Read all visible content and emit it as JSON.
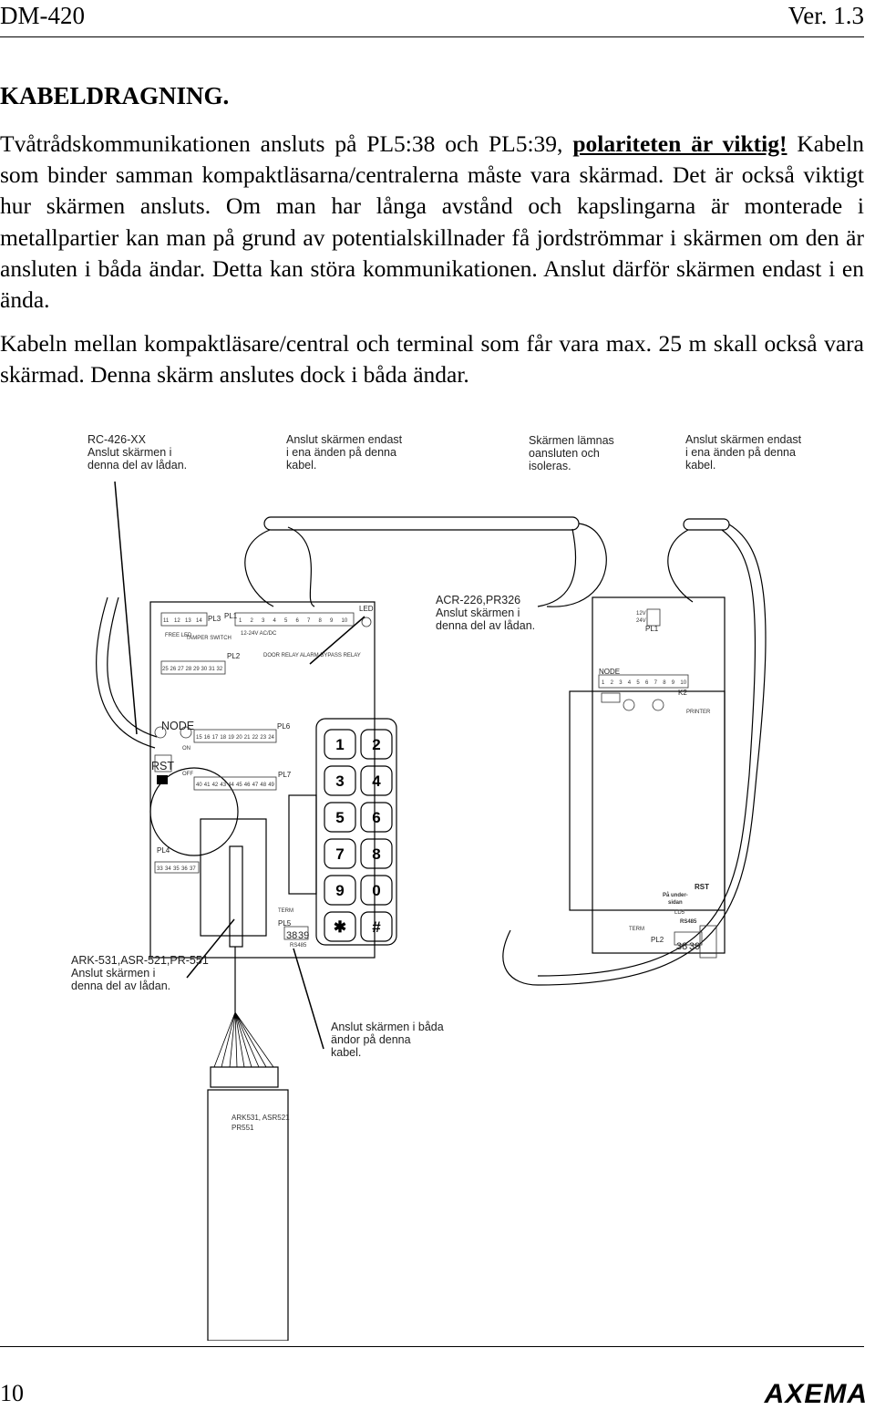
{
  "header": {
    "left": "DM-420",
    "right": "Ver. 1.3"
  },
  "section_title": "KABELDRAGNING.",
  "paragraph1": {
    "before": "Tvåtrådskommunikationen ansluts på PL5:38 och PL5:39, ",
    "emphasis": "polariteten är viktig!",
    "after": " Kabeln som binder samman kompaktläsarna/centralerna måste vara skärmad. Det är också viktigt hur skärmen ansluts. Om man har långa avstånd och kapslingarna är monterade i metallpartier kan man på grund av potentialskillnader få jordströmmar i skärmen om den är ansluten i båda ändar. Detta kan störa kommunikationen. Anslut därför skärmen endast i en ända."
  },
  "paragraph2": "Kabeln mellan kompaktläsare/central och terminal som får vara max. 25 m skall också vara skärmad. Denna skärm anslutes dock i båda ändar.",
  "diagram": {
    "annotations": {
      "rc426_line1": "RC-426-XX",
      "rc426_line2": "Anslut skärmen i",
      "rc426_line3": "denna del av lådan.",
      "one_end_a_line1": "Anslut skärmen endast",
      "one_end_a_line2": "i ena änden på denna",
      "one_end_a_line3": "kabel.",
      "left_open_line1": "Skärmen lämnas",
      "left_open_line2": "oansluten och",
      "left_open_line3": "isoleras.",
      "one_end_b_line1": "Anslut skärmen endast",
      "one_end_b_line2": "i ena änden på denna",
      "one_end_b_line3": "kabel.",
      "acr_line1": "ACR-226,PR326",
      "acr_line2": "Anslut skärmen i",
      "acr_line3": "denna del av lådan.",
      "ark_line1": "ARK-531,ASR-521,PR-551",
      "ark_line2": "Anslut skärmen i",
      "ark_line3": "denna del av lådan.",
      "both_ends_line1": "Anslut skärmen i båda",
      "both_ends_line2": "ändor på denna",
      "both_ends_line3": "kabel."
    },
    "board_left": {
      "pl3": "PL3",
      "pl1": "PL1",
      "pl2": "PL2",
      "pl4": "PL4",
      "pl5": "PL5",
      "pl6": "PL6",
      "pl7": "PL7",
      "led": "LED",
      "free_led": "FREE LED",
      "tamper": "TAMPER SWITCH",
      "voltage": "12-24V AC/DC",
      "door_relay": "DOOR RELAY",
      "alarm_relay": "ALARM BYPASS RELAY",
      "node": "NODE",
      "rst": "RST",
      "on": "ON",
      "off": "OFF",
      "term": "TERM",
      "rs485": "RS485",
      "t38": "38",
      "t39": "39",
      "pl1_terms": [
        "1",
        "2",
        "3",
        "4",
        "5",
        "6",
        "7",
        "8",
        "9",
        "10"
      ],
      "pl3_terms": [
        "11",
        "12",
        "13",
        "14"
      ],
      "pl2_terms": [
        "25",
        "26",
        "27",
        "28",
        "29",
        "30",
        "31",
        "32"
      ],
      "pl6_terms": [
        "15",
        "16",
        "17",
        "18",
        "19",
        "20",
        "21",
        "22",
        "23",
        "24"
      ],
      "pl7_terms": [
        "40",
        "41",
        "42",
        "43",
        "44",
        "45",
        "46",
        "47",
        "48",
        "49"
      ],
      "pl4_terms": [
        "33",
        "34",
        "35",
        "36",
        "37"
      ]
    },
    "keypad": [
      "1",
      "2",
      "3",
      "4",
      "5",
      "6",
      "7",
      "8",
      "9",
      "0",
      "✱",
      "#"
    ],
    "board_right": {
      "v12": "12V",
      "v24": "24V",
      "pl1": "PL1",
      "terms": [
        "1",
        "2",
        "3",
        "4",
        "5",
        "6",
        "7",
        "8",
        "9",
        "10"
      ],
      "node": "NODE",
      "k2": "K2",
      "printer": "PRINTER",
      "rst": "RST",
      "pa_under_line1": "På under-",
      "pa_under_line2": "sidan",
      "ld5": "LD5",
      "rs485": "RS485",
      "term": "TERM",
      "pl2": "PL2",
      "t38": "38",
      "t39": "39"
    },
    "reader": {
      "model_line1": "ARK531, ASR521",
      "model_line2": "PR551"
    }
  },
  "footer": {
    "page_number": "10",
    "logo": "AXEMA"
  }
}
